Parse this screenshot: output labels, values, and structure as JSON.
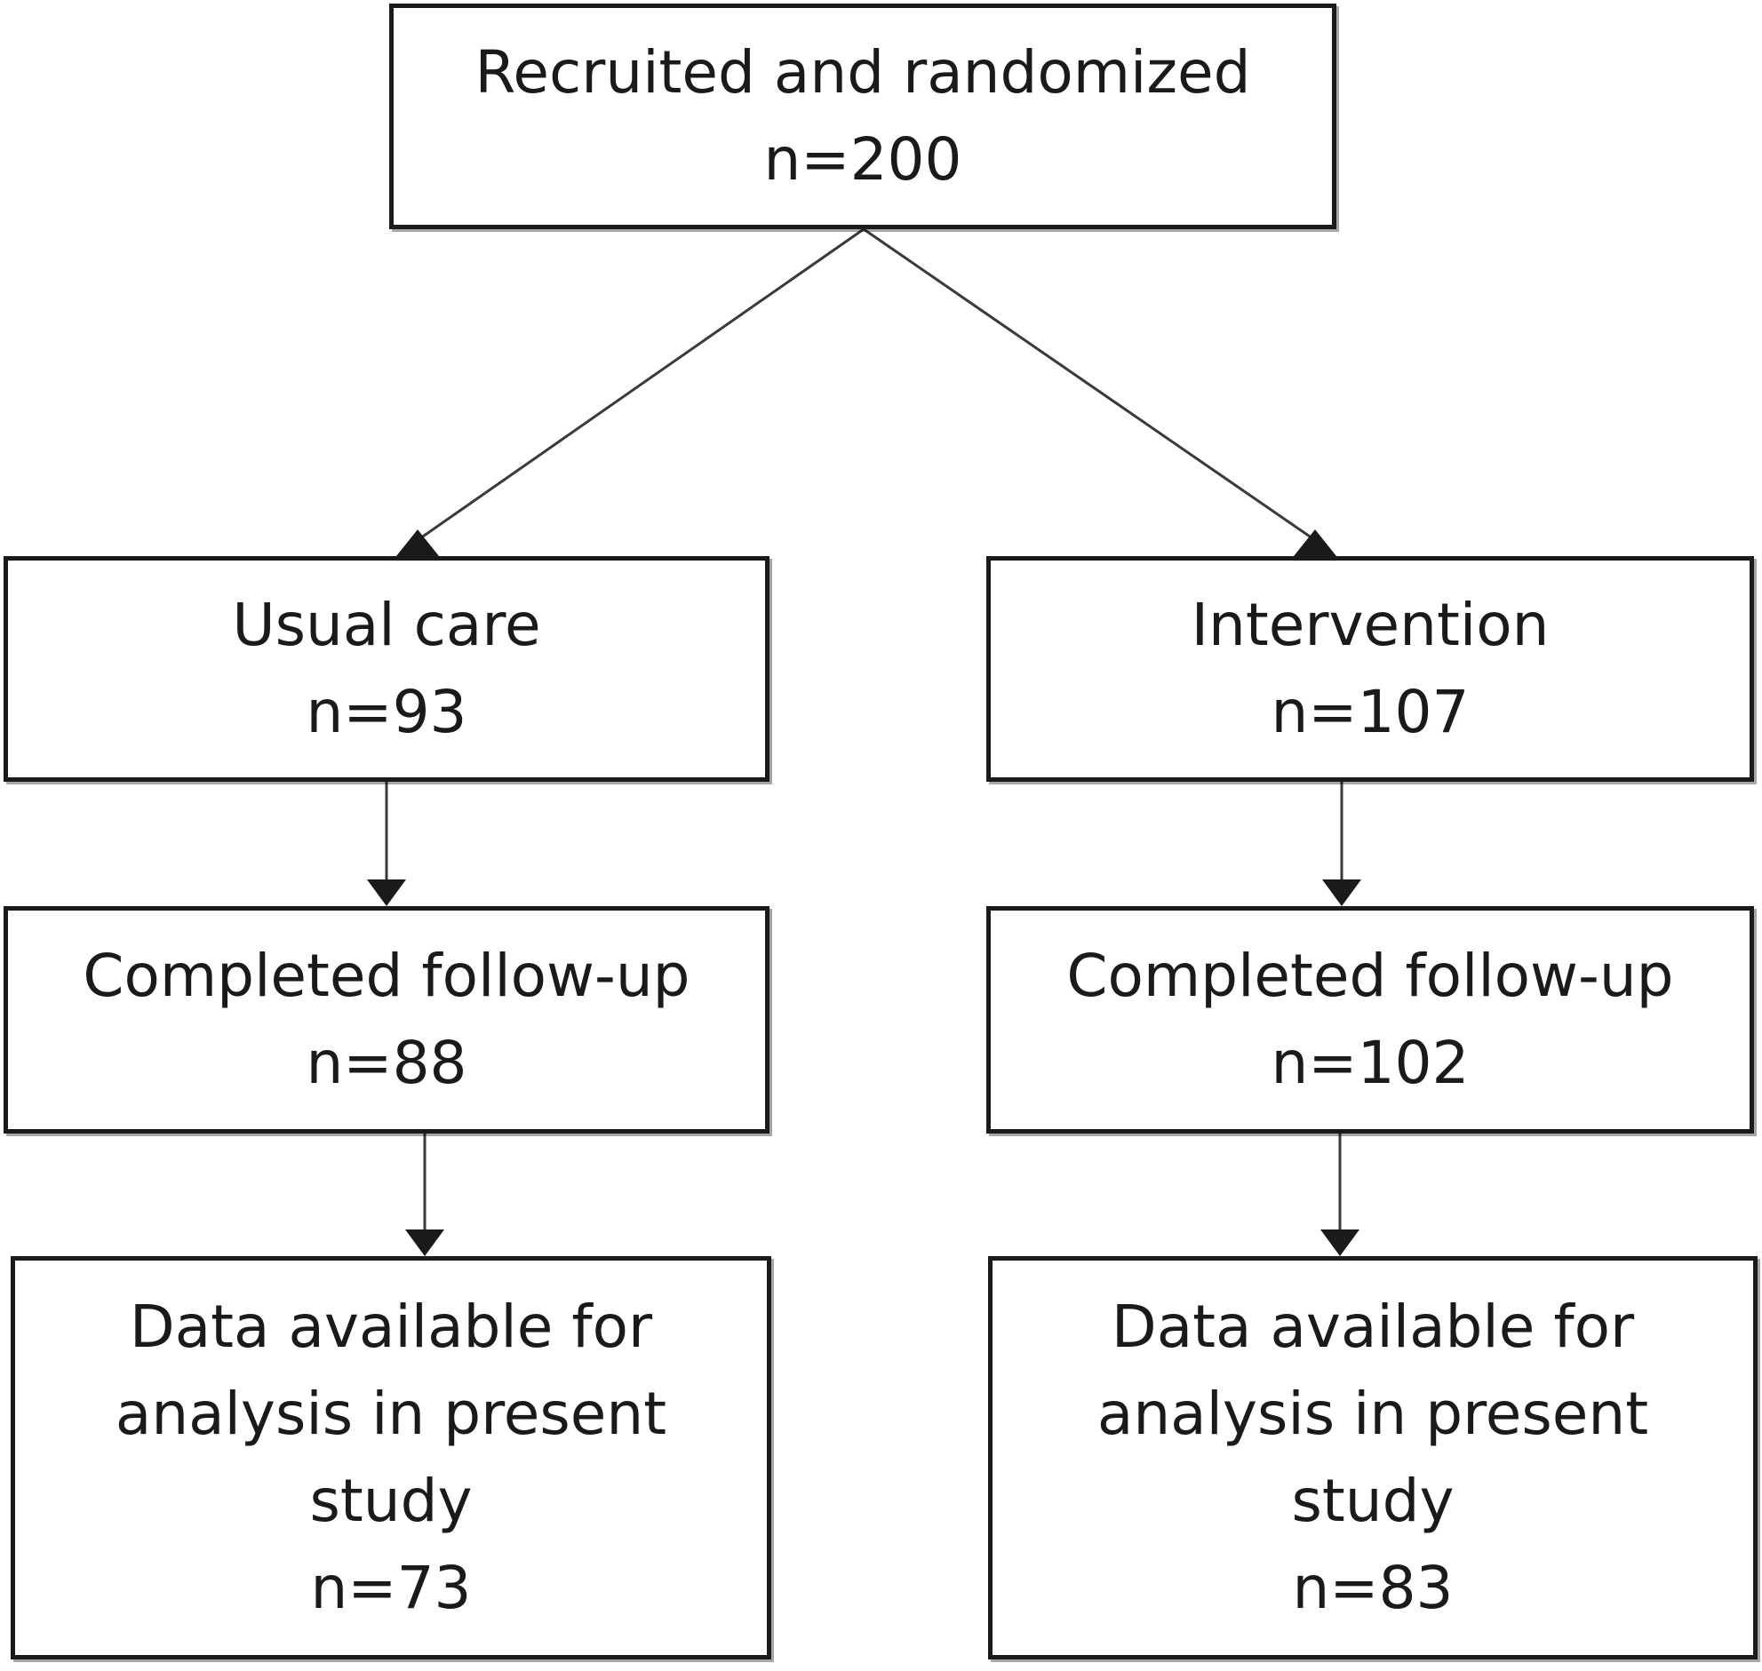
{
  "flowchart": {
    "root": {
      "label": "Recruited and randomized",
      "count": "n=200"
    },
    "usual_care": {
      "arm": {
        "label": "Usual care",
        "count": "n=93"
      },
      "followup": {
        "label": "Completed follow-up",
        "count": "n=88"
      },
      "analysis": {
        "label_line1": "Data available for",
        "label_line2": "analysis in present",
        "label_line3": "study",
        "count": "n=73"
      }
    },
    "intervention": {
      "arm": {
        "label": "Intervention",
        "count": "n=107"
      },
      "followup": {
        "label": "Completed follow-up",
        "count": "n=102"
      },
      "analysis": {
        "label_line1": "Data available for",
        "label_line2": "analysis in present",
        "label_line3": "study",
        "count": "n=83"
      }
    }
  },
  "colors": {
    "line": "#1a1a1a",
    "box_fill": "#ffffff",
    "text": "#1a1a1a"
  }
}
